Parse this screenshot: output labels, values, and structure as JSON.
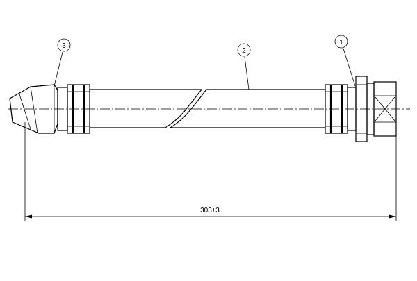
{
  "callouts": [
    {
      "label": "1",
      "part": "fitting-nut"
    },
    {
      "label": "2",
      "part": "hose"
    },
    {
      "label": "3",
      "part": "angled-end-fitting"
    }
  ],
  "dimension": {
    "text": "303±3"
  }
}
